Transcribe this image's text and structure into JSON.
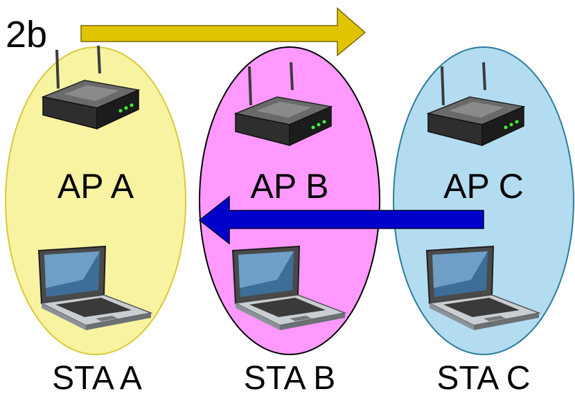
{
  "diagram_label": "2b",
  "colors": {
    "cell_a_fill": "#f7f3a0",
    "cell_a_stroke": "#d8c93a",
    "cell_b_fill": "#ff99ff",
    "cell_b_stroke": "#000000",
    "cell_c_fill": "#b3dcf0",
    "cell_c_stroke": "#2b7a9e",
    "arrow_top": "#e0c400",
    "arrow_bottom": "#0000cc"
  },
  "cells": [
    {
      "ap_label": "AP A",
      "sta_label": "STA A",
      "ap_icon": "router-icon",
      "sta_icon": "laptop-icon"
    },
    {
      "ap_label": "AP B",
      "sta_label": "STA B",
      "ap_icon": "router-icon",
      "sta_icon": "laptop-icon"
    },
    {
      "ap_label": "AP C",
      "sta_label": "STA C",
      "ap_icon": "router-icon",
      "sta_icon": "laptop-icon"
    }
  ],
  "arrows": [
    {
      "name": "top-arrow",
      "direction": "right"
    },
    {
      "name": "bottom-arrow",
      "direction": "left"
    }
  ]
}
